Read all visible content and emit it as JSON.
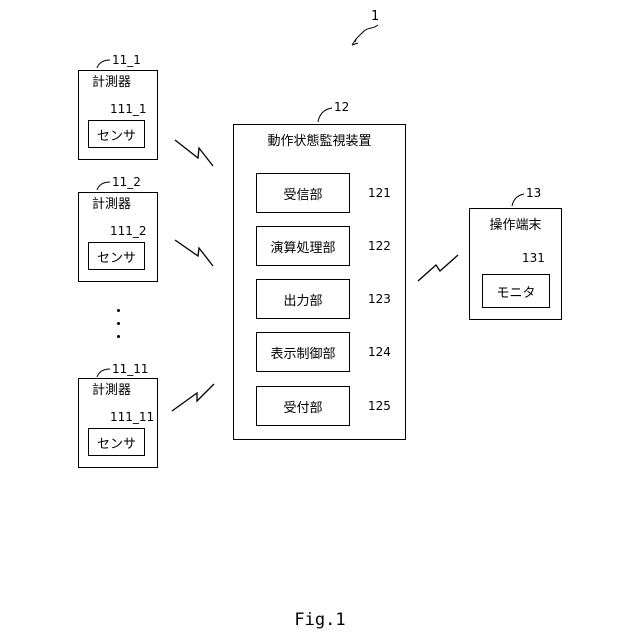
{
  "system_ref": "1",
  "meters": [
    {
      "ref": "11_1",
      "title": "計測器",
      "sensor_ref": "111_1",
      "sensor_label": "センサ"
    },
    {
      "ref": "11_2",
      "title": "計測器",
      "sensor_ref": "111_2",
      "sensor_label": "センサ"
    },
    {
      "ref": "11_11",
      "title": "計測器",
      "sensor_ref": "111_11",
      "sensor_label": "センサ"
    }
  ],
  "monitor_device": {
    "ref": "12",
    "title": "動作状態監視装置",
    "units": [
      {
        "label": "受信部",
        "ref": "121"
      },
      {
        "label": "演算処理部",
        "ref": "122"
      },
      {
        "label": "出力部",
        "ref": "123"
      },
      {
        "label": "表示制御部",
        "ref": "124"
      },
      {
        "label": "受付部",
        "ref": "125"
      }
    ]
  },
  "terminal": {
    "ref": "13",
    "title": "操作端末",
    "monitor_ref": "131",
    "monitor_label": "モニタ"
  },
  "caption": "Fig.1"
}
